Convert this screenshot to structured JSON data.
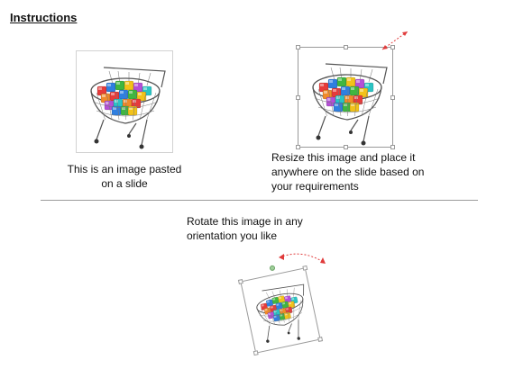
{
  "title": "Instructions",
  "captions": {
    "pasted": "This is an image pasted\non a slide",
    "resize": "Resize this image and place it\nanywhere on the slide based on\nyour requirements",
    "rotate": "Rotate this image in any\norientation you like"
  },
  "icons": {
    "shopping_cart": "shopping-cart-icon",
    "resize_arrow": "resize-arrow-icon",
    "rotate_arrow": "rotate-arrow-icon"
  },
  "colors": {
    "arrow": "#e03b3b",
    "divider": "#9c9c9c",
    "handle_border": "#9a9a9a",
    "rotation_handle": "#9fd09a",
    "cube_colors": [
      "#e63b3b",
      "#2f7fe0",
      "#40b640",
      "#f2c21a",
      "#b54fd6",
      "#2bc4c4",
      "#f08a2a"
    ]
  }
}
